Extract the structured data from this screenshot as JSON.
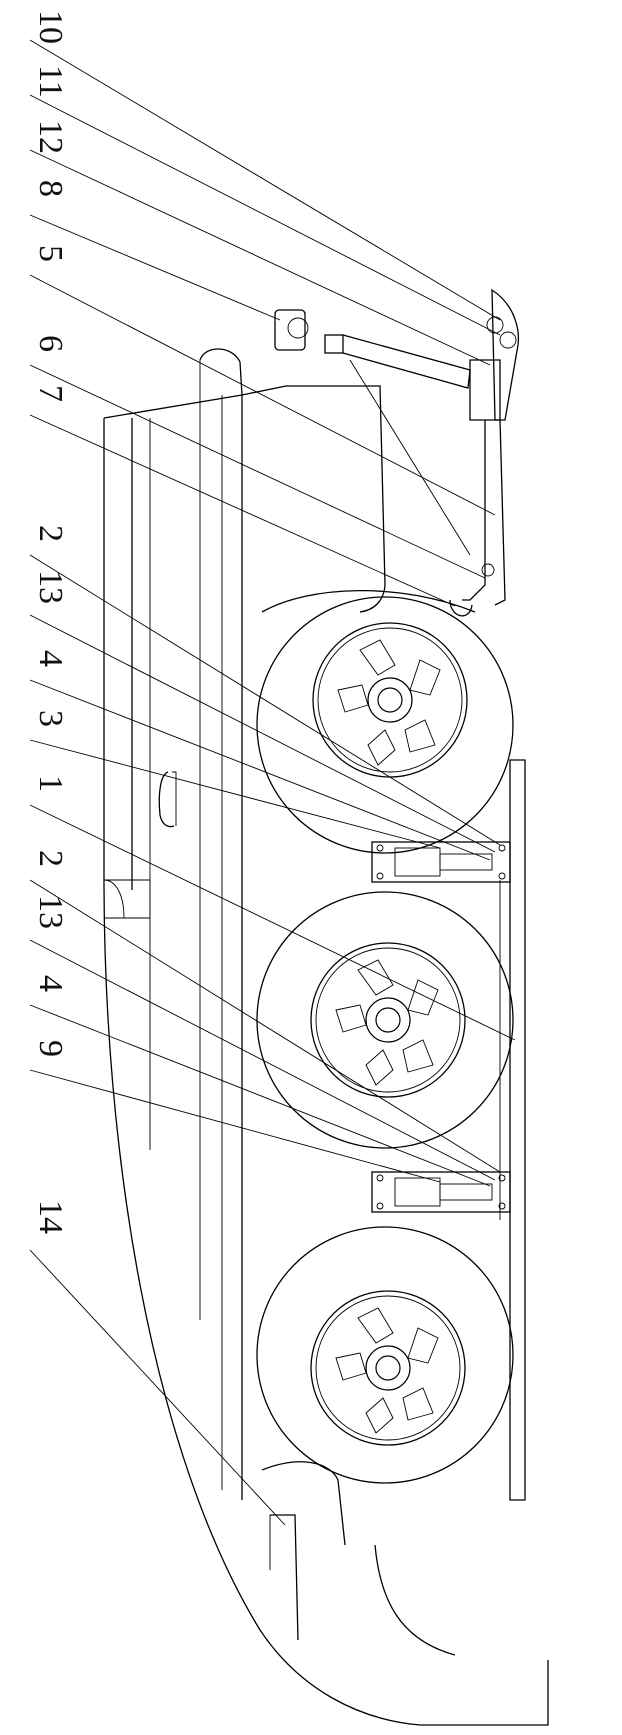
{
  "labels": {
    "l10": "10",
    "l11": "11",
    "l12": "12",
    "l8": "8",
    "l5": "5",
    "l6": "6",
    "l7": "7",
    "l2a": "2",
    "l13a": "13",
    "l4a": "4",
    "l3": "3",
    "l1": "1",
    "l2b": "2",
    "l13b": "13",
    "l4b": "4",
    "l9": "9",
    "l14": "14"
  }
}
